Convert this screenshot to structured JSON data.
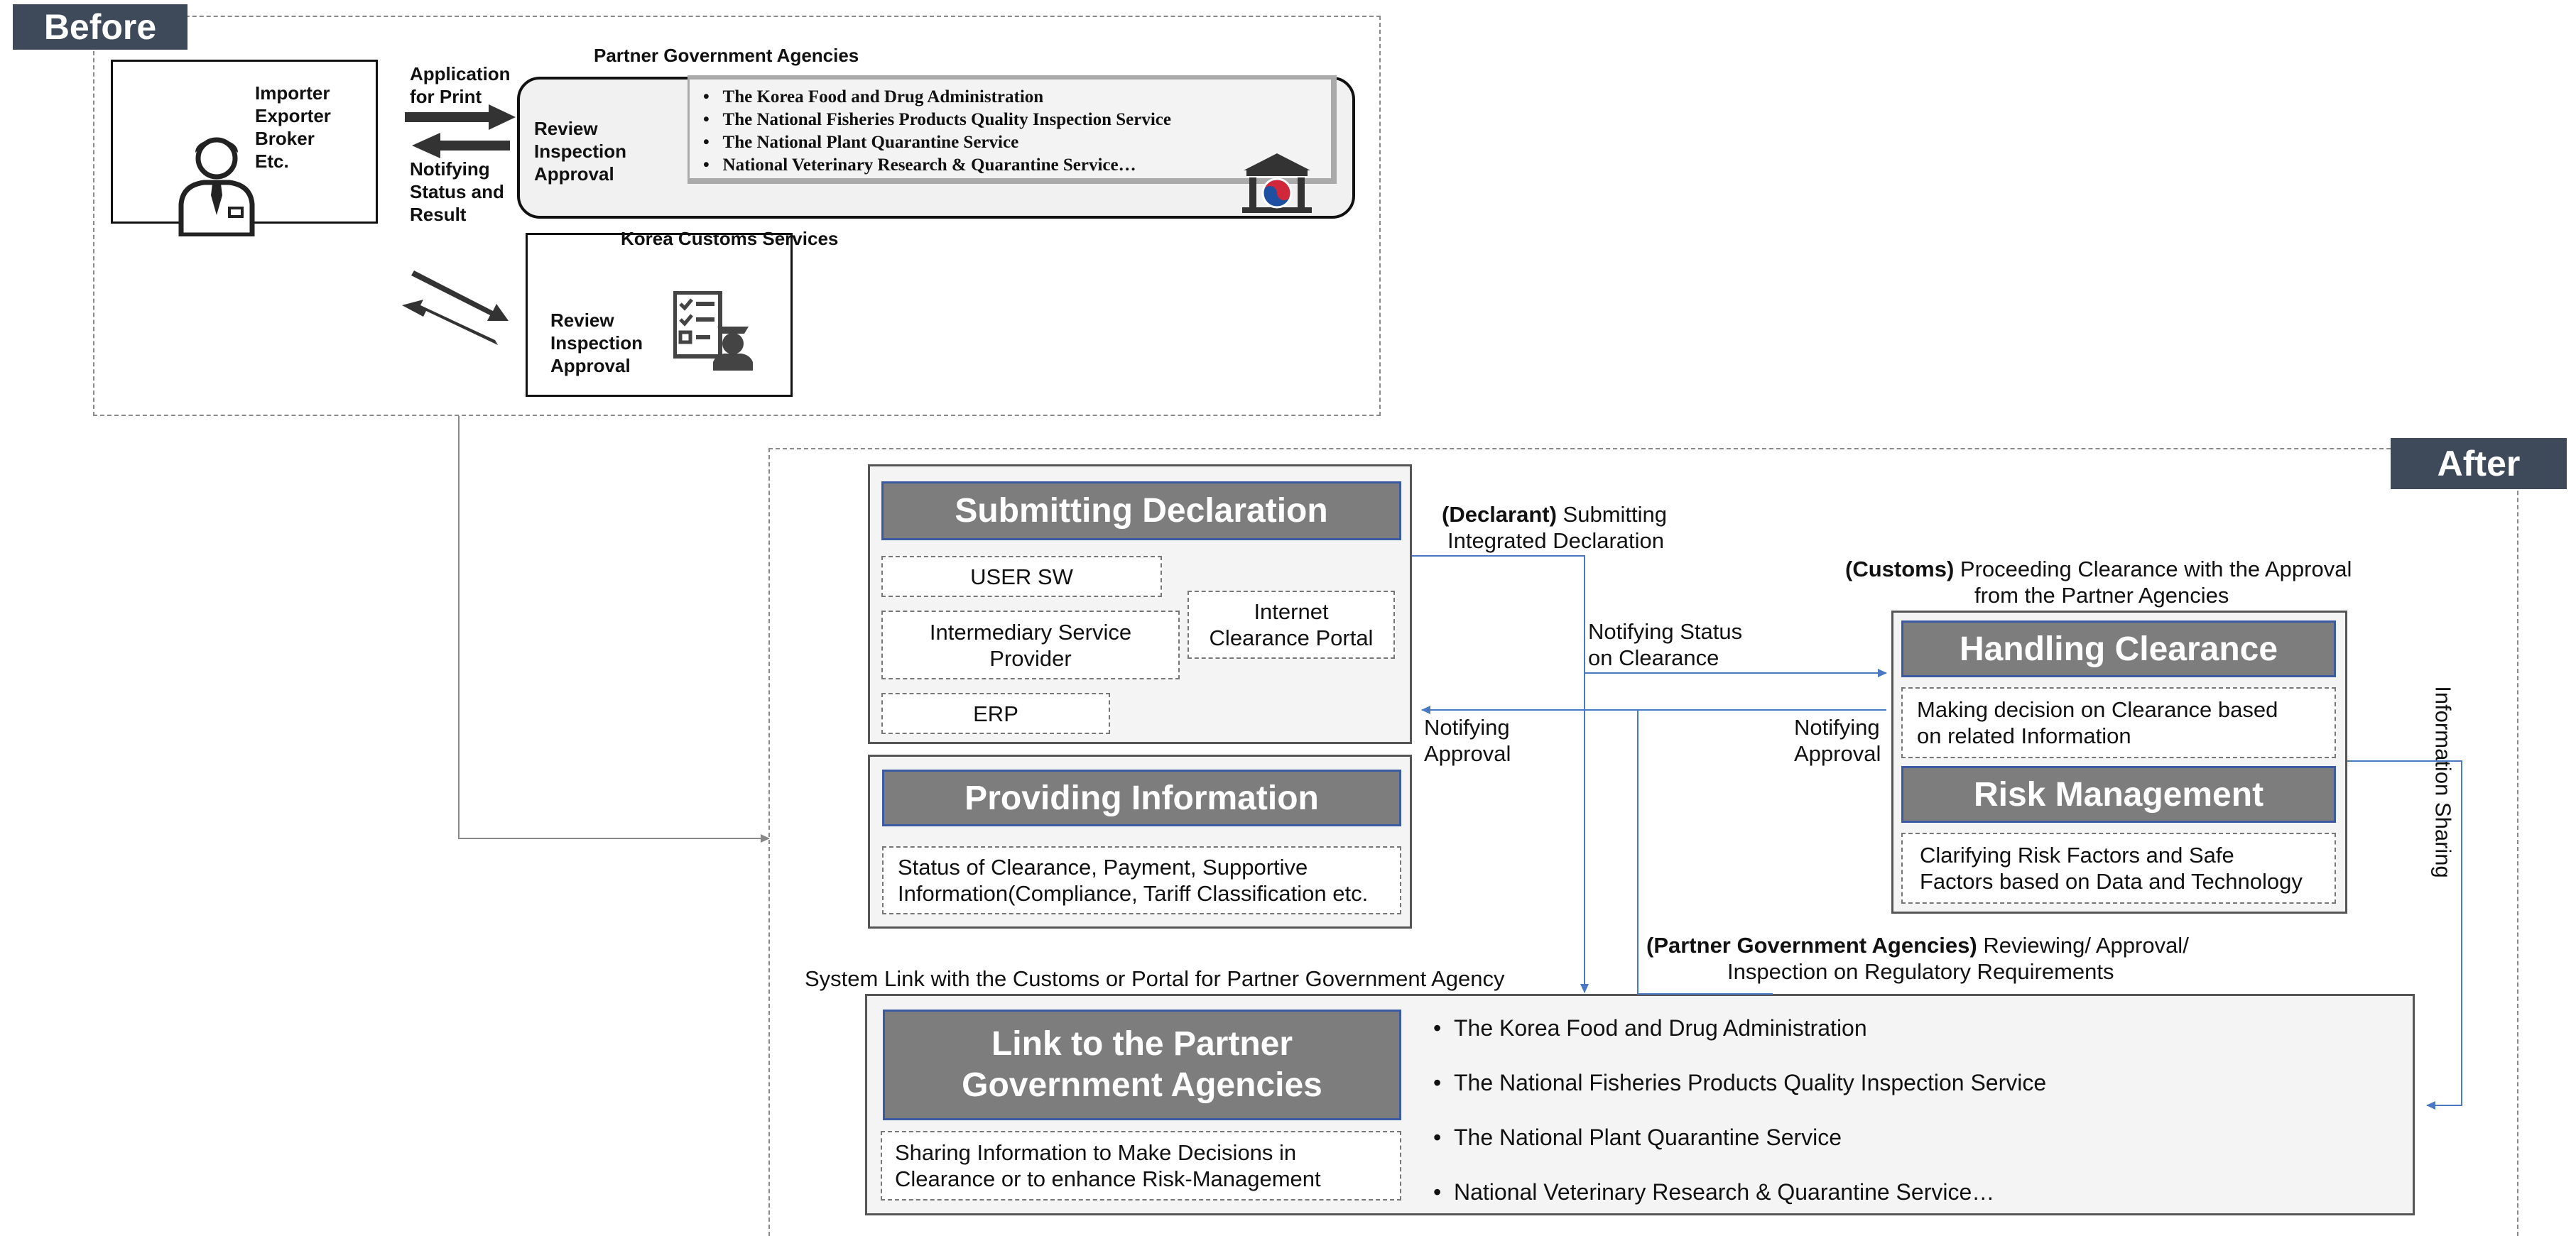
{
  "before": {
    "tag": "Before",
    "actor_lines": [
      "Importer",
      "Exporter",
      "Broker",
      "Etc."
    ],
    "arrow_right_label": [
      "Application",
      "for Print"
    ],
    "arrow_left_label": [
      "Notifying",
      "Status and",
      "Result"
    ],
    "pga_title": "Partner Government Agencies",
    "pga_actions": [
      "Review",
      "Inspection",
      "Approval"
    ],
    "pga_list": [
      "The Korea Food and Drug Administration",
      "The National Fisheries Products Quality Inspection Service",
      "The National Plant Quarantine Service",
      "National Veterinary Research & Quarantine Service…"
    ],
    "kcs_title": "Korea Customs Services",
    "kcs_actions": [
      "Review",
      "Inspection",
      "Approval"
    ]
  },
  "after": {
    "tag": "After",
    "submitting": {
      "title": "Submitting Declaration",
      "user_sw": "USER SW",
      "intermediary": [
        "Intermediary Service",
        "Provider"
      ],
      "portal": [
        "Internet",
        "Clearance Portal"
      ],
      "erp": "ERP"
    },
    "providing": {
      "title": "Providing Information",
      "desc": [
        "Status of Clearance, Payment, Supportive",
        "Information(Compliance, Tariff Classification etc."
      ]
    },
    "declarant": {
      "bold": "(Declarant)",
      "rest": " Submitting",
      "line2": "Integrated Declaration"
    },
    "notify_status": [
      "Notifying Status",
      "on Clearance"
    ],
    "notify_approval_left": [
      "Notifying",
      "Approval"
    ],
    "notify_approval_right": [
      "Notifying",
      "Approval"
    ],
    "customs": {
      "bold": "(Customs)",
      "rest": " Proceeding Clearance with the Approval",
      "line2": "from the Partner Agencies"
    },
    "handling": {
      "title": "Handling Clearance",
      "desc": [
        "Making decision on Clearance based",
        "on related Information"
      ]
    },
    "risk": {
      "title": "Risk Management",
      "desc": [
        "Clarifying Risk Factors and Safe",
        "Factors based on Data and Technology"
      ]
    },
    "info_sharing": "Information Sharing",
    "pga_caption": {
      "bold": "(Partner Government Agencies)",
      "rest": " Reviewing/ Approval/",
      "line2": "Inspection on Regulatory Requirements"
    },
    "system_link": "System Link with the Customs or Portal for Partner Government Agency",
    "link": {
      "title": [
        "Link to the Partner",
        "Government Agencies"
      ],
      "desc": [
        "Sharing Information to Make Decisions in",
        "Clearance or to enhance Risk-Management"
      ],
      "list": [
        "The Korea Food and Drug Administration",
        "The National Fisheries Products Quality Inspection Service",
        "The National Plant Quarantine Service",
        "National Veterinary Research & Quarantine Service…"
      ]
    }
  },
  "colors": {
    "tag_bg": "#3e4a5a",
    "header_bg": "#7d7d7d",
    "header_border": "#3b5aa3",
    "flow_line": "#4a78c2",
    "panel_bg": "#f4f4f4"
  },
  "icons": [
    "person-icon",
    "government-building-icon",
    "customs-checklist-officer-icon"
  ]
}
